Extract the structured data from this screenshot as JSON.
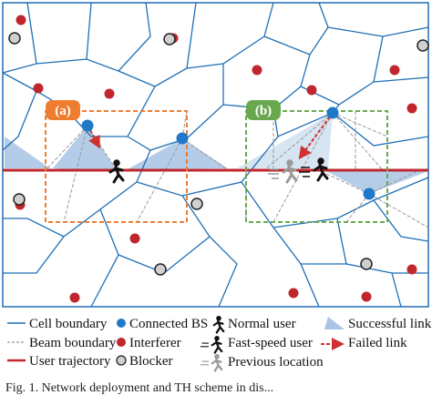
{
  "panels": {
    "a": {
      "label": "(a)",
      "badge_color": "#ee7d30",
      "box_color": "#ee7d30"
    },
    "b": {
      "label": "(b)",
      "badge_color": "#6aa84f",
      "box_color": "#6aa84f"
    }
  },
  "colors": {
    "cell_boundary": "#1f6fb5",
    "beam_boundary": "#9a9a9a",
    "trajectory": "#c0262d",
    "connected_bs": "#1f78c8",
    "interferer": "#c0262d",
    "blocker_fill": "#c8c8c8",
    "successful_link": "#a9c4e4",
    "failed_link": "#d0302f"
  },
  "icons": {
    "connected_bs": "filled-blue-circle",
    "interferer": "filled-red-circle",
    "blocker": "gray-circle",
    "normal_user": "running-person-icon",
    "fast_user": "fast-running-person-icon",
    "previous_location": "gray-running-person-icon",
    "successful_link": "light-blue-wedge",
    "failed_link": "red-dashed-arrow"
  },
  "legend": {
    "cell_boundary": "Cell boundary",
    "beam_boundary": "Beam boundary",
    "user_trajectory": "User trajectory",
    "connected_bs": "Connected BS",
    "interferer": "Interferer",
    "blocker": "Blocker",
    "normal_user": "Normal user",
    "fast_user": "Fast-speed user",
    "previous_location": "Previous location",
    "successful_link": "Successful link",
    "failed_link": "Failed link"
  },
  "caption": "Fig. 1.   Network deployment and TH scheme in dis..."
}
